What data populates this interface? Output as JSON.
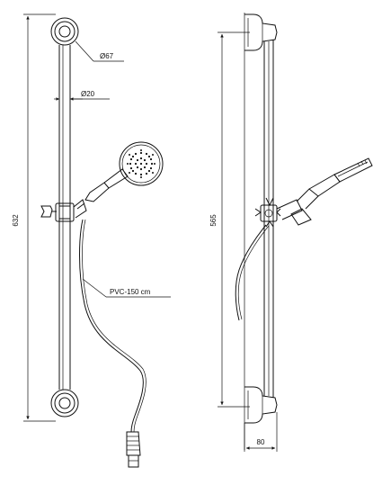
{
  "front_view": {
    "overall_height": "632",
    "flange_diameter": "Ø67",
    "rail_diameter": "Ø20",
    "hose_label": "PVC-150 cm"
  },
  "side_view": {
    "mount_distance": "565",
    "projection": "80"
  }
}
